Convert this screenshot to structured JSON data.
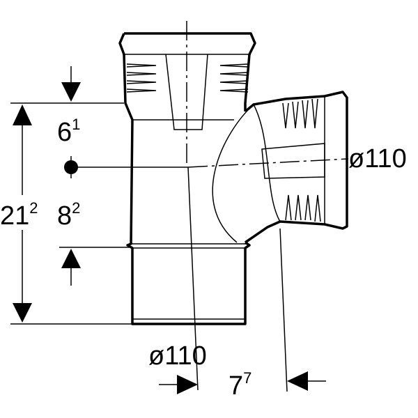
{
  "dimensions": {
    "top_height": {
      "base": "6",
      "sup": "1"
    },
    "total_height": {
      "base": "21",
      "sup": "2"
    },
    "lower_height": {
      "base": "8",
      "sup": "2"
    },
    "side_diameter": "ø110",
    "bottom_diameter": "ø110",
    "offset": {
      "base": "7",
      "sup": "7"
    }
  }
}
